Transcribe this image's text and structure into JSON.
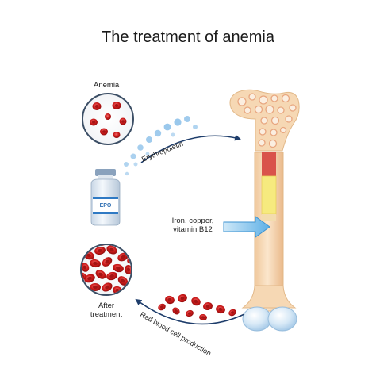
{
  "title": "The treatment of anemia",
  "labels": {
    "anemia": "Anemia",
    "erythropoietin": "Erythropoietin",
    "epo_vial": "EPO",
    "nutrients_line1": "Iron, copper,",
    "nutrients_line2": "vitamin B12",
    "after_line1": "After",
    "after_line2": "treatment",
    "production": "Red blood cell production"
  },
  "colors": {
    "rbc": "#cc1b1b",
    "bone": "#f6d8b4",
    "marrow_yellow": "#f6ea7e",
    "arrow": "#1e3d6b",
    "nutrient_arrow": "#6bb8ea",
    "epo_bubbles": "#8fc2ea"
  }
}
